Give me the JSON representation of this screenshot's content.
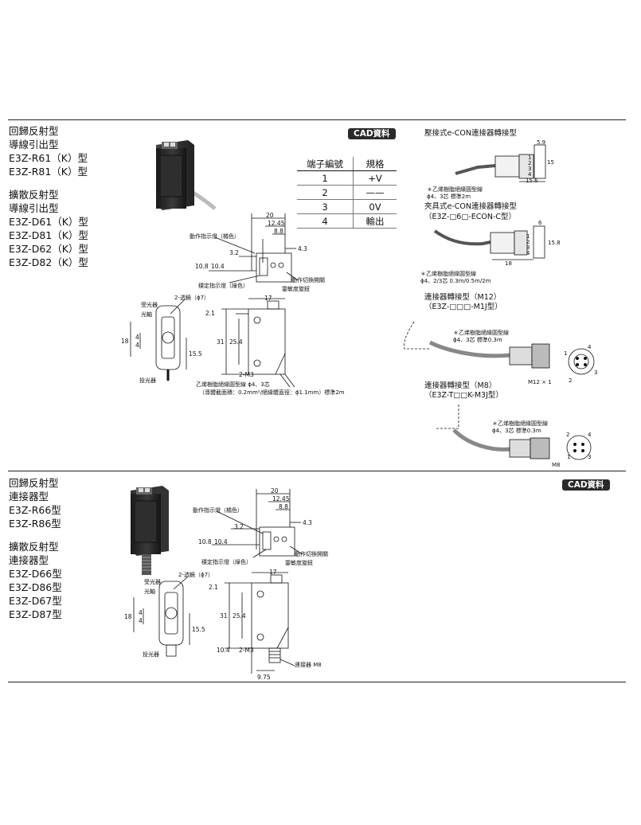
{
  "sections": [
    {
      "labels_a": [
        "回歸反射型",
        "導線引出型",
        "E3Z-R61（K）型",
        "E3Z-R81（K）型"
      ],
      "labels_b": [
        "擴散反射型",
        "導線引出型",
        "E3Z-D61（K）型",
        "E3Z-D81（K）型",
        "E3Z-D62（K）型",
        "E3Z-D82（K）型"
      ],
      "cad_badge": "CAD資料"
    },
    {
      "labels_a": [
        "回歸反射型",
        "連接器型",
        "E3Z-R66型",
        "E3Z-R86型"
      ],
      "labels_b": [
        "擴散反射型",
        "連接器型",
        "E3Z-D66型",
        "E3Z-D86型",
        "E3Z-D67型",
        "E3Z-D87型"
      ],
      "cad_badge": "CAD資料"
    }
  ],
  "terminal_table": {
    "headers": [
      "端子編號",
      "規格"
    ],
    "rows": [
      [
        "1",
        "+V"
      ],
      [
        "2",
        "——"
      ],
      [
        "3",
        "0V"
      ],
      [
        "4",
        "輸出"
      ]
    ]
  },
  "connectors": {
    "econ_wall": {
      "title": "壓接式e-CON連接器轉接型",
      "note1": "＊乙烯樹脂絕緣圓型線",
      "note2": "ϕ4、3芯  標準2m",
      "dim_w": "5.9",
      "dim_h": "15",
      "dim_l": "15.6",
      "pins": [
        "1",
        "2",
        "3",
        "4"
      ]
    },
    "econ_clip": {
      "title": "夾具式e-CON連接器轉接型",
      "model": "（E3Z-□6□-ECON-C型）",
      "note1": "＊乙烯樹脂絕緣圓型線",
      "note2": "ϕ4、2/3芯 0.3m/0.5m/2m",
      "dim_w": "6",
      "dim_h": "15.8",
      "dim_l": "18",
      "pins": [
        "1",
        "2",
        "3",
        "4"
      ]
    },
    "m12": {
      "title": "連接器轉接型（M12）",
      "model": "（E3Z-□□□-M1J型）",
      "note1": "＊乙烯樹脂絕緣圓型線",
      "note2": "ϕ4、3芯 標準0.3m",
      "thread": "M12 × 1",
      "pins": [
        "1",
        "2",
        "3",
        "4"
      ]
    },
    "m8": {
      "title": "連接器轉接型（M8）",
      "model": "（E3Z-T□□K-M3J型）",
      "note1": "＊乙烯樹脂絕緣圓型線",
      "note2": "ϕ4、3芯 標準0.3m",
      "thread": "M8",
      "pins": [
        "1",
        "2",
        "3",
        "4"
      ]
    }
  },
  "drawing1": {
    "dims_top": [
      "20",
      "12.45",
      "8.8"
    ],
    "dim_43": "4.3",
    "dim_32": "3.2",
    "dim_108": "10.8",
    "dim_104": "10.4",
    "action_indicator": "動作指示燈（橘色）",
    "stability_indicator": "穩定指示燈（綠色）",
    "mode_switch": "動作切換開關",
    "sensitivity": "靈敏度旋鈕",
    "lens": "2-透鏡（ϕ7）",
    "receiver": "受光器",
    "optical_axis": "光軸",
    "emitter": "投光器",
    "dim_17": "17",
    "dim_21": "2.1",
    "dim_31": "31",
    "dim_254": "25.4",
    "dim_18": "18",
    "dim_4a": "4",
    "dim_4b": "4",
    "dim_155": "15.5",
    "hole": "2-M3",
    "cable_1": "乙烯樹脂絕緣圓型線 ϕ4、3芯",
    "cable_2": "（導體截面積：0.2mm²/絕緣體直徑：ϕ1.1mm）標準2m"
  },
  "drawing2": {
    "dims_top": [
      "20",
      "12.45",
      "8.8"
    ],
    "dim_43": "4.3",
    "dim_32": "3.2",
    "dim_108": "10.8",
    "dim_104": "10.4",
    "action_indicator": "動作指示燈（橘色）",
    "stability_indicator": "穩定指示燈（綠色）",
    "mode_switch": "動作切換開關",
    "sensitivity": "靈敏度旋鈕",
    "lens": "2-透鏡（ϕ7）",
    "receiver": "受光器",
    "optical_axis": "光軸",
    "emitter": "投光器",
    "dim_17": "17",
    "dim_21": "2.1",
    "dim_31": "31",
    "dim_254": "25.4",
    "dim_18": "18",
    "dim_4a": "4",
    "dim_4b": "4",
    "dim_155": "15.5",
    "hole": "2-M3",
    "dim_104b": "10.4",
    "dim_975": "9.75",
    "connector": "連接器 M8"
  }
}
